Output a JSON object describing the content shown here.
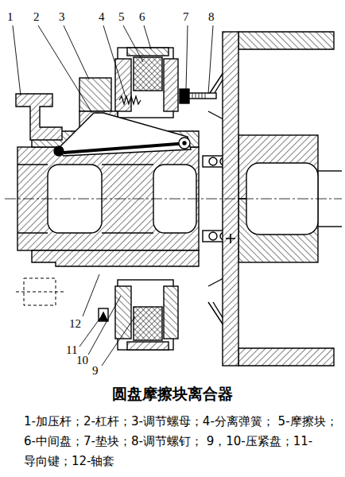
{
  "diagram": {
    "title": "圆盘摩擦块离合器",
    "caption": "1-加压杆；2-杠杆；3-调节螺母；4-分离弹簧； 5-摩擦块；6-中间盘；7-垫块；8-调节螺钉； 9，10-压紧盘；11-导向键；12-轴套",
    "labels": [
      "1",
      "2",
      "3",
      "4",
      "5",
      "6",
      "7",
      "8",
      "12",
      "11",
      "10",
      "9"
    ]
  }
}
